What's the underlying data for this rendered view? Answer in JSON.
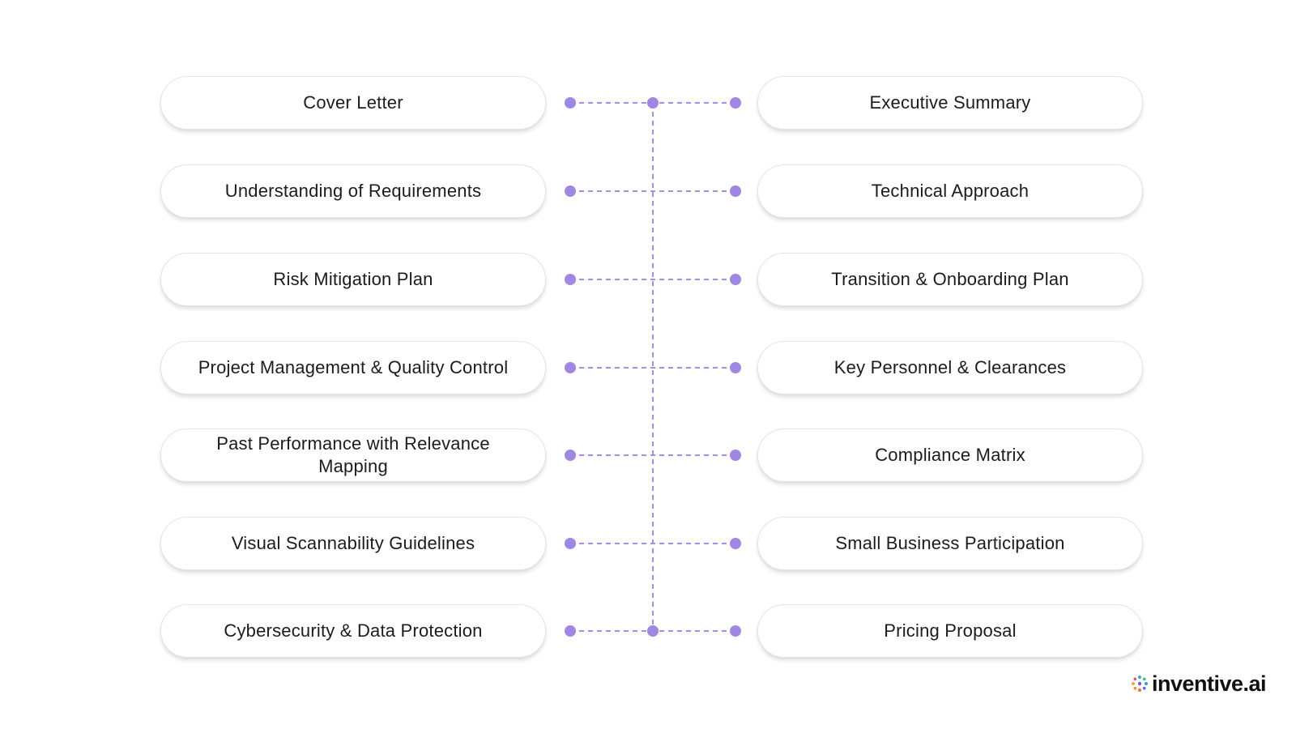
{
  "left_sections": [
    "Cover Letter",
    "Understanding of Requirements",
    "Risk Mitigation Plan",
    "Project Management & Quality Control",
    "Past Performance with Relevance Mapping",
    "Visual Scannability Guidelines",
    "Cybersecurity & Data Protection"
  ],
  "right_sections": [
    "Executive Summary",
    "Technical Approach",
    "Transition & Onboarding Plan",
    "Key Personnel & Clearances",
    "Compliance Matrix",
    "Small Business Participation",
    "Pricing Proposal"
  ],
  "colors": {
    "connector": "#a58fe6",
    "dot": "#9f87e3"
  },
  "logo": {
    "text": "inventive.ai",
    "icon": "inventive-logo-icon"
  }
}
